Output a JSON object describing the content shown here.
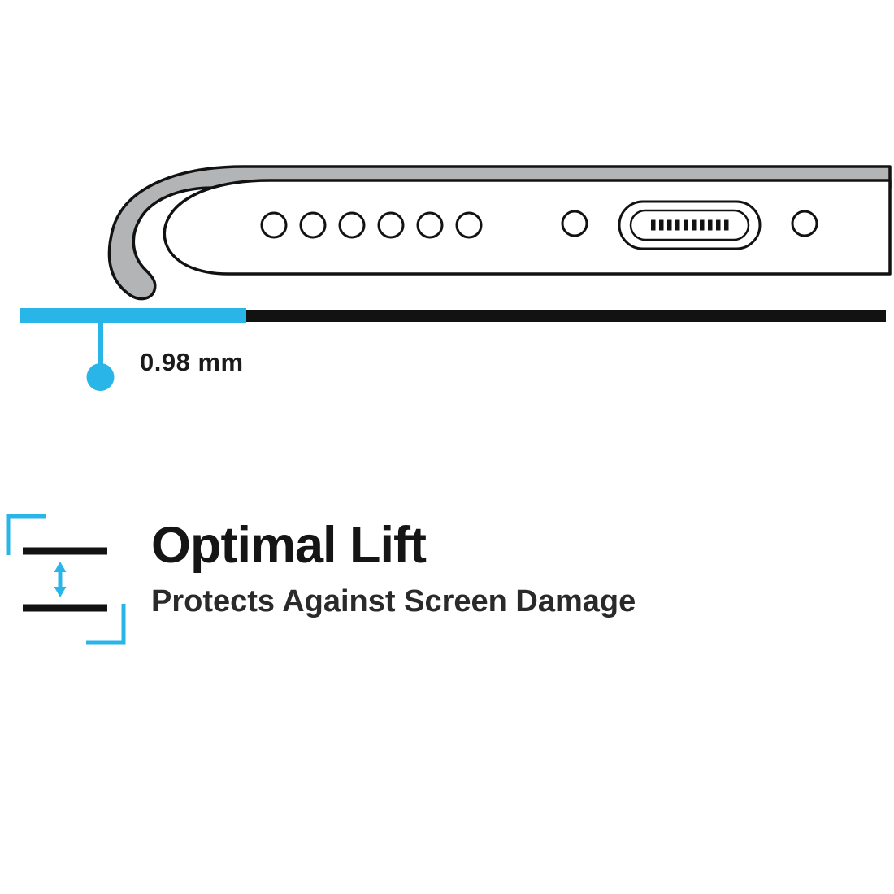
{
  "colors": {
    "accent": "#29b5e8",
    "case_gray": "#b3b4b6",
    "ink": "#121212"
  },
  "illustration": {
    "description": "phone-bottom-edge-in-case-side-view"
  },
  "measurement": {
    "lift_value": "0.98 mm"
  },
  "feature": {
    "title": "Optimal Lift",
    "subtitle": "Protects Against Screen Damage"
  }
}
